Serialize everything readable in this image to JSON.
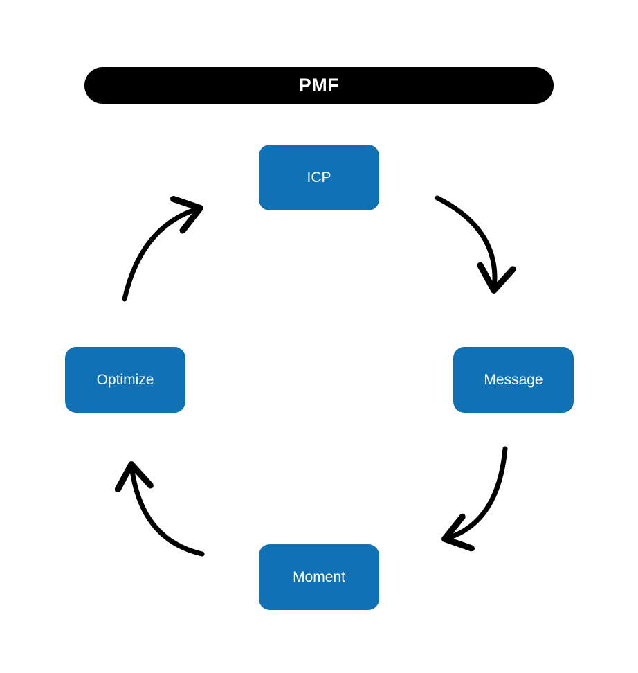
{
  "title": {
    "label": "PMF"
  },
  "colors": {
    "node": "#1072b5",
    "title_bg": "#000000",
    "label_text": "#ffffff",
    "arrow": "#000000",
    "background": "#ffffff"
  },
  "nodes": [
    {
      "id": "icp",
      "label": "ICP",
      "position": "top-center"
    },
    {
      "id": "message",
      "label": "Message",
      "position": "right"
    },
    {
      "id": "moment",
      "label": "Moment",
      "position": "bottom-center"
    },
    {
      "id": "optimize",
      "label": "Optimize",
      "position": "left"
    }
  ],
  "arrows": [
    {
      "from": "ICP",
      "to": "Message"
    },
    {
      "from": "Message",
      "to": "Moment"
    },
    {
      "from": "Moment",
      "to": "Optimize"
    },
    {
      "from": "Optimize",
      "to": "ICP"
    }
  ]
}
